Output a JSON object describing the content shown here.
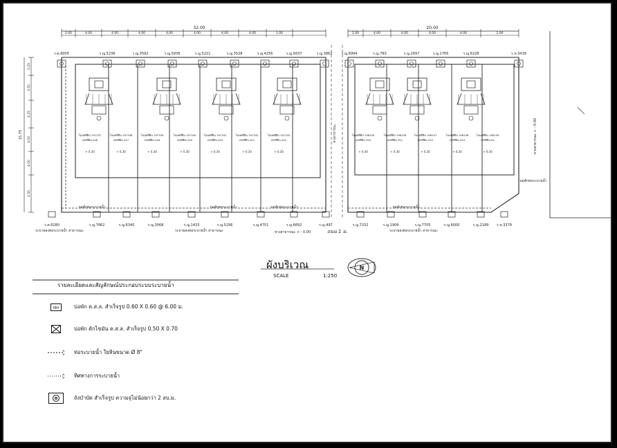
{
  "drawing": {
    "overall_dims": [
      "32.00",
      "20.00"
    ],
    "segment_dims_left": [
      "2.00",
      "4.00",
      "4.00",
      "4.00",
      "4.00",
      "4.00",
      "4.00",
      "4.00",
      "1.00"
    ],
    "segment_dims_right": [
      "2.00",
      "4.00",
      "4.00",
      "4.00",
      "4.00",
      "2.00"
    ],
    "left_vertical_dims": [
      "15.75",
      "2.25",
      "3.50",
      "4.25",
      "3.00",
      "4.00",
      "1.50"
    ],
    "top_levels": [
      "ร.ต.6005",
      "ร.ญ.5236",
      "ร.ญ.3592",
      "ร.ญ.5936",
      "ร.ญ.5221",
      "ร.ญ.3528",
      "ร.ญ.4256",
      "ร.ญ.5637",
      "ร.ญ.3862",
      "ร.ญ.6994",
      "ร.ญ.783",
      "ร.ญ.2697",
      "ร.ญ.1765",
      "ร.ญ.6228",
      "ร.ท.3418"
    ],
    "bottom_levels": [
      "ร.ต.6280",
      "ร.ญ.7862",
      "ร.ญ.6340",
      "ร.ญ.3068",
      "ร.ญ.1433",
      "ร.ญ.5296",
      "ร.ญ.4701",
      "ร.ญ.6692",
      "ร.ญ.497",
      "ร.ญ.7332",
      "ร.ญ.1909",
      "ร.ญ.7705",
      "ร.ญ.6000",
      "ร.ญ.2189",
      "ร.ท.3379"
    ],
    "unit_labels": [
      "โฉนดที่ดิน 197337",
      "โฉนดที่ดิน 197338",
      "โฉนดที่ดิน 197339",
      "โฉนดที่ดิน 197340",
      "โฉนดที่ดิน 197341",
      "โฉนดที่ดิน 197342",
      "โฉนดที่ดิน 197343",
      "โฉนดที่ดิน 198105",
      "โฉนดที่ดิน 198106",
      "โฉนดที่ดิน 198107",
      "โฉนดที่ดิน 198108",
      "โฉนดที่ดิน 198109"
    ],
    "unit_sublabels": [
      "เลขที่ดิน 246",
      "เลขที่ดิน 247",
      "เลขที่ดิน 248",
      "เลขที่ดิน 249",
      "เลขที่ดิน 250",
      "เลขที่ดิน 251",
      "เลขที่ดิน 252",
      "เลขที่ดิน 250",
      "เลขที่ดิน 251",
      "เลขที่ดิน 252",
      "เลขที่ดิน 253",
      "เลขที่ดิน 62"
    ],
    "unit_levels": [
      "+ 0.30",
      "+ 0.30",
      "+ 0.30",
      "+ 0.30",
      "+ 0.30",
      "+ 0.30",
      "+ 0.30",
      "+ 0.30",
      "+ 0.30",
      "+ 0.30",
      "+ 0.30",
      "+ 0.30"
    ],
    "manhole_label": "บ่อพักท่อระบายน้ำ",
    "drain_labels": [
      "ระบายลงท่อระบายน้ำ สาธารณะ",
      "ระบายลงท่อระบายน้ำ สาธารณะ",
      "ระบายลงท่อระบายน้ำ สาธารณะ"
    ],
    "road_label": "ทางสาธารณะ + - 0.00",
    "road_label_right": "ทางสาธารณะ + - 0.00",
    "road_label_mid": "ทางสาธารณะ",
    "handwritten_note": "ถนน 1 ม."
  },
  "title_block": {
    "caption": "ผังบริเวณ",
    "scale_label": "SCALE",
    "scale_value": "1:250",
    "north_symbol": "N"
  },
  "legend": {
    "title": "รายละเอียดและสัญลักษณ์ประกอบระบบระบายน้ำ",
    "items": [
      {
        "icon": "manhole-box-icon",
        "text": "บ่อพัก ค.ส.ล. สำเร็จรูป 0.60 X 0.60 @ 6.00 ม."
      },
      {
        "icon": "grease-trap-icon",
        "text": "บ่อพัก ดักไขมัน ค.ส.ล. สำเร็จรูป 0.50 X 0.70"
      },
      {
        "icon": "drain-pipe-icon",
        "text": "ท่อระบายน้ำ ใยหินขนาด Ø 8\""
      },
      {
        "icon": "flow-direction-icon",
        "text": "ทิศทางการระบายน้ำ"
      },
      {
        "icon": "septic-tank-icon",
        "text": "ถังบำบัด สำเร็จรูป ความจุไม่น้อยกว่า 2 ลบ.ม."
      }
    ]
  }
}
